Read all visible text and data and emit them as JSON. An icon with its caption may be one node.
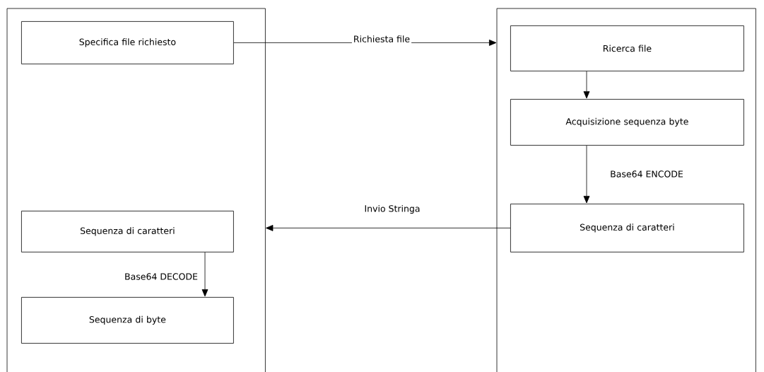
{
  "diagram": {
    "nodes": [
      {
        "text": [],
        "shape": "box"
      },
      {
        "text": [
          "Specifica file richiesto"
        ],
        "in": 0
      },
      {
        "text": [
          "Sequenza di caratteri"
        ],
        "in": 0
      },
      {
        "text": [
          "Sequenza di byte"
        ],
        "in": 0
      },
      {
        "text": [],
        "shape": "box"
      },
      {
        "text": [
          "Ricerca file"
        ],
        "in": 4
      },
      {
        "text": [
          "Acquisizione sequenza byte"
        ],
        "in": 4
      },
      {
        "text": [
          "Sequenza di caratteri"
        ],
        "in": 4
      }
    ],
    "edges": [
      {
        "from": 1,
        "to": 4,
        "arrow": "to",
        "label": "Richiesta file"
      },
      {
        "from": 5,
        "to": 6,
        "arrow": "to"
      },
      {
        "from": 6,
        "to": 7,
        "arrow": "to",
        "label": "Base64 ENCODE"
      },
      {
        "from": 7,
        "to": 0,
        "arrow": "to",
        "label": "Invio Stringa"
      },
      {
        "from": 2,
        "to": 3,
        "arrow": "to",
        "label": "Base64 DECODE"
      }
    ]
  }
}
